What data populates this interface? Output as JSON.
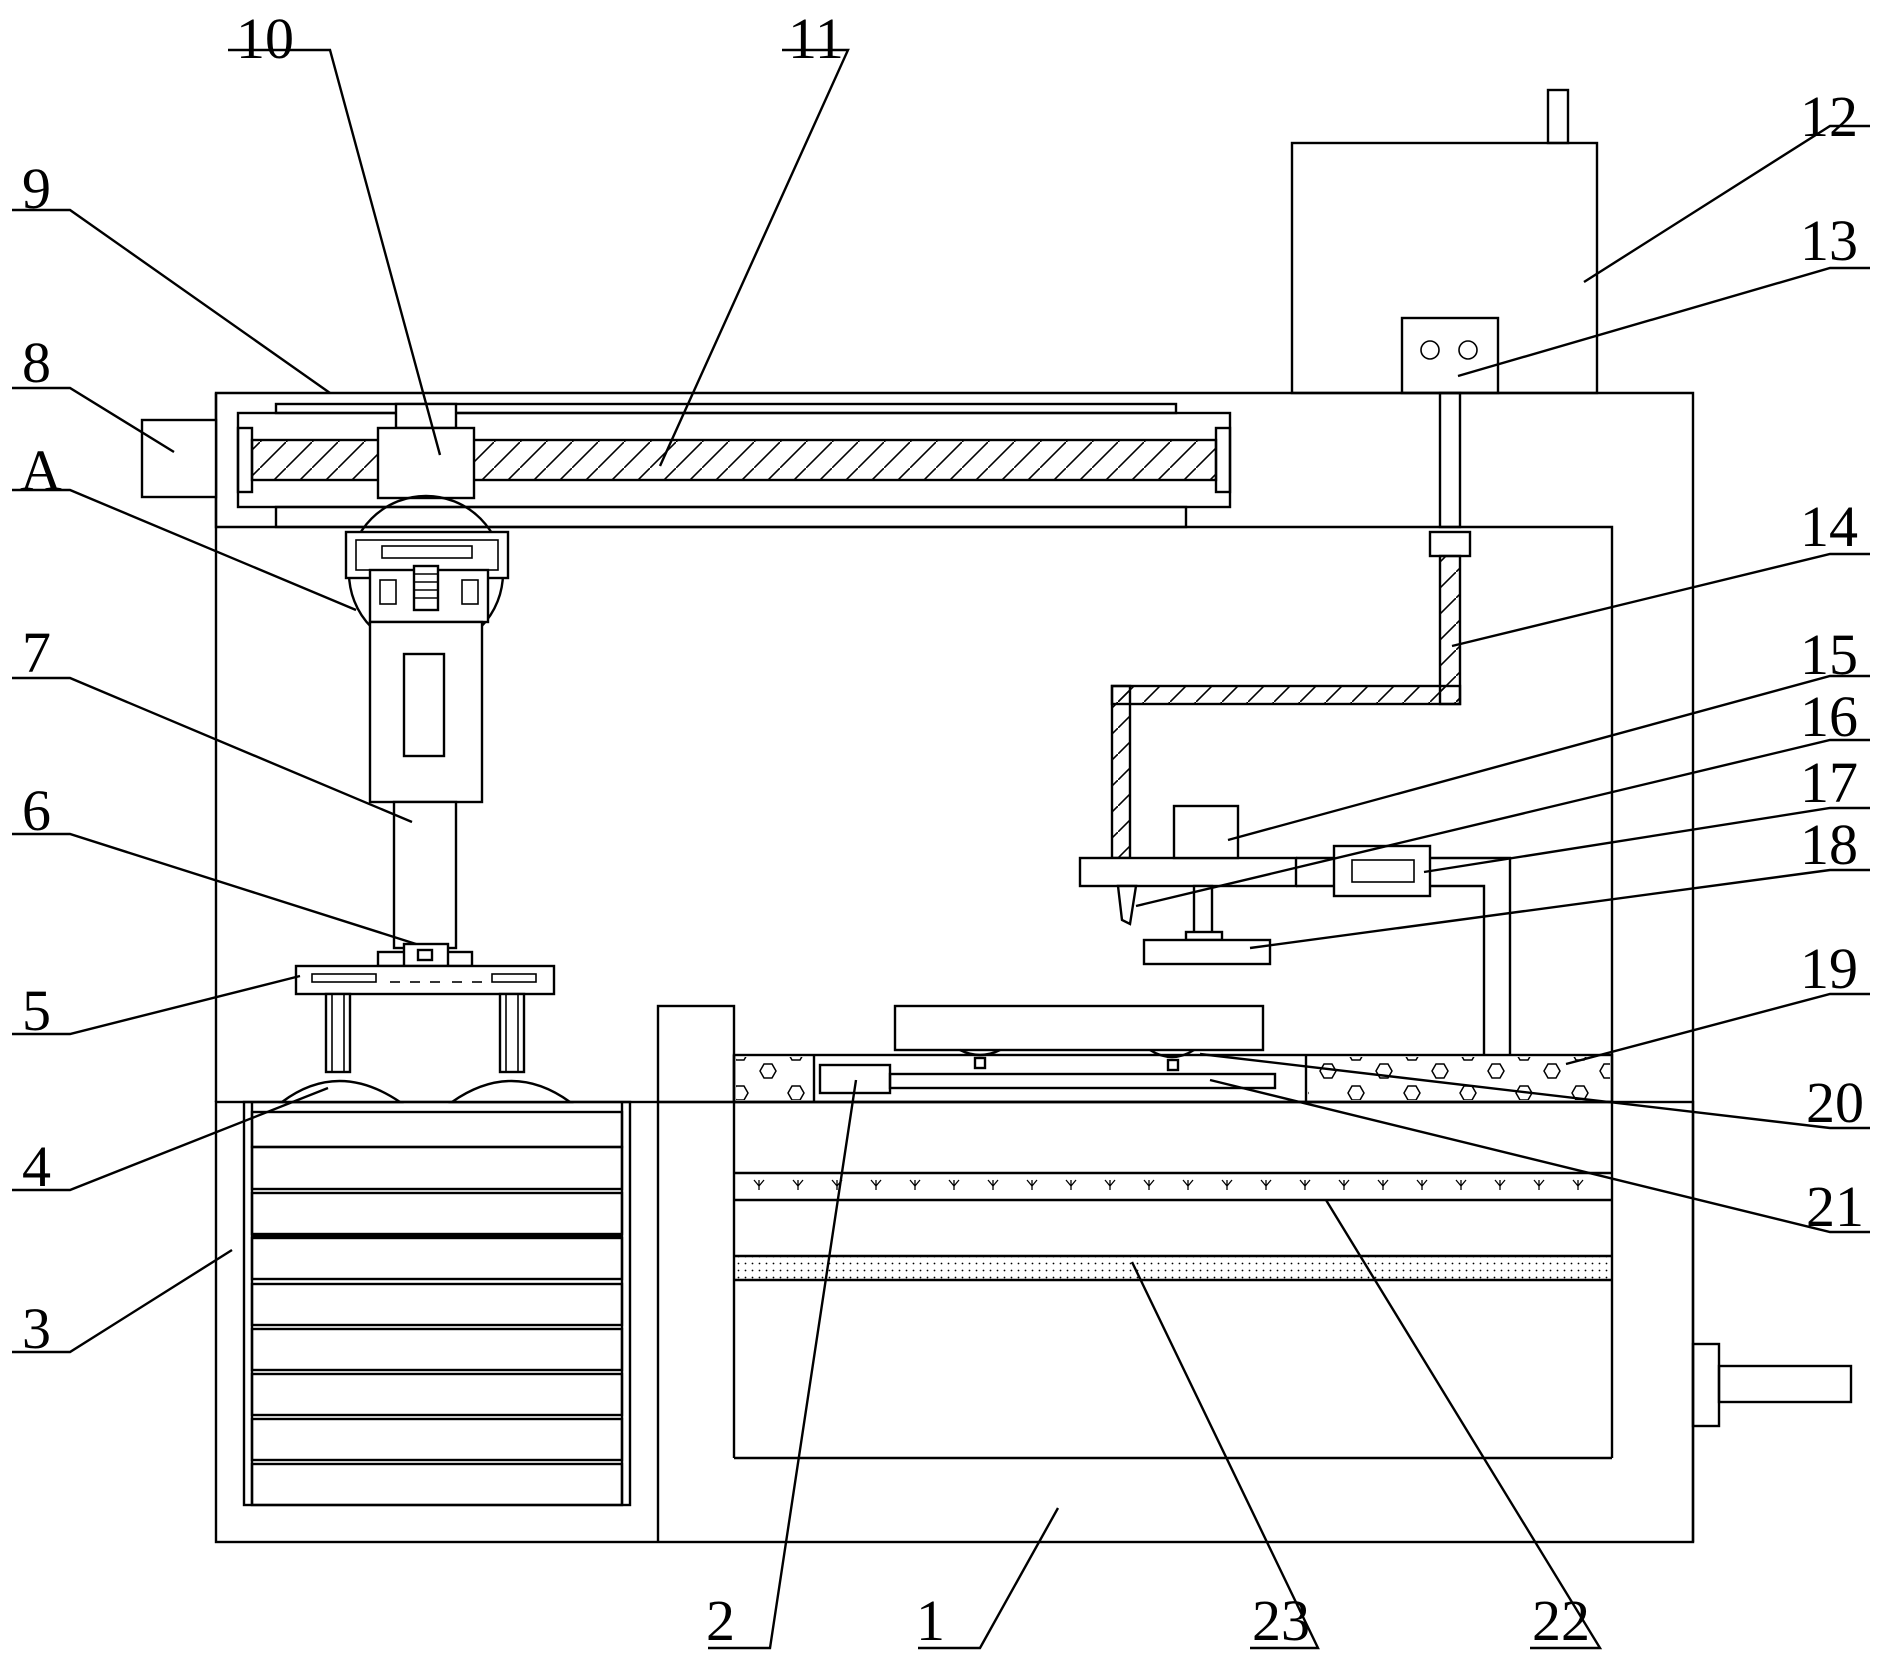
{
  "diagram": {
    "labels": [
      {
        "id": "1",
        "text": "1"
      },
      {
        "id": "2",
        "text": "2"
      },
      {
        "id": "3",
        "text": "3"
      },
      {
        "id": "4",
        "text": "4"
      },
      {
        "id": "5",
        "text": "5"
      },
      {
        "id": "6",
        "text": "6"
      },
      {
        "id": "7",
        "text": "7"
      },
      {
        "id": "8",
        "text": "8"
      },
      {
        "id": "9",
        "text": "9"
      },
      {
        "id": "10",
        "text": "10"
      },
      {
        "id": "11",
        "text": "11"
      },
      {
        "id": "12",
        "text": "12"
      },
      {
        "id": "13",
        "text": "13"
      },
      {
        "id": "14",
        "text": "14"
      },
      {
        "id": "15",
        "text": "15"
      },
      {
        "id": "16",
        "text": "16"
      },
      {
        "id": "17",
        "text": "17"
      },
      {
        "id": "18",
        "text": "18"
      },
      {
        "id": "19",
        "text": "19"
      },
      {
        "id": "20",
        "text": "20"
      },
      {
        "id": "21",
        "text": "21"
      },
      {
        "id": "22",
        "text": "22"
      },
      {
        "id": "23",
        "text": "23"
      },
      {
        "id": "A",
        "text": "A"
      }
    ]
  }
}
